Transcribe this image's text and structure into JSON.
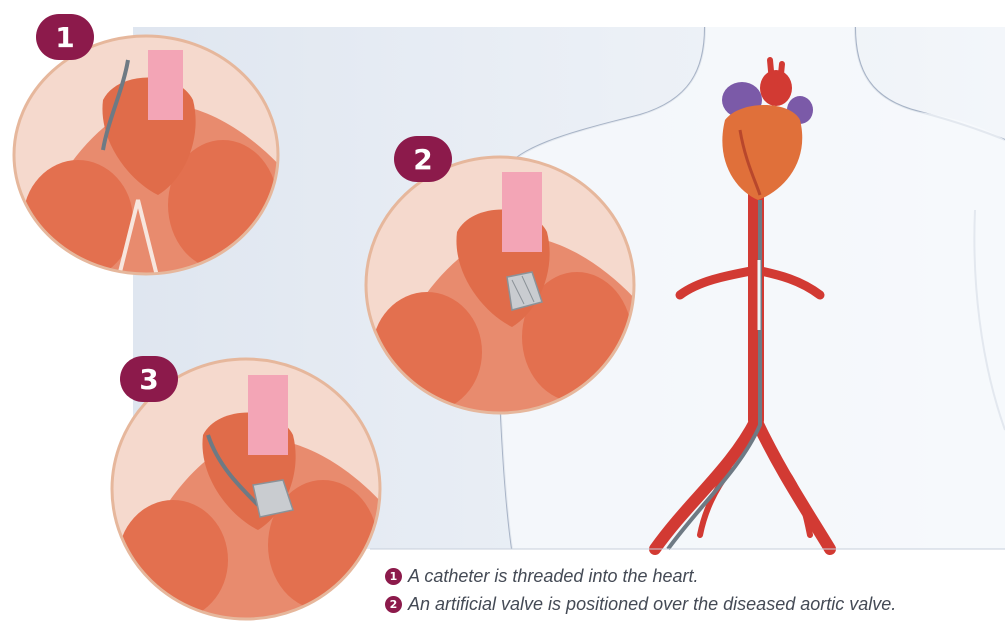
{
  "colors": {
    "accent": "#8c1a4b",
    "artery": "#d23a33",
    "heart": "#e0703a",
    "background": "#e3e9f1"
  },
  "steps": [
    {
      "number": "1"
    },
    {
      "number": "2"
    },
    {
      "number": "3"
    }
  ],
  "captions": [
    {
      "number": "1",
      "text": "A catheter is threaded into the heart."
    },
    {
      "number": "2",
      "text": "An artificial valve is positioned over the diseased aortic valve."
    }
  ]
}
